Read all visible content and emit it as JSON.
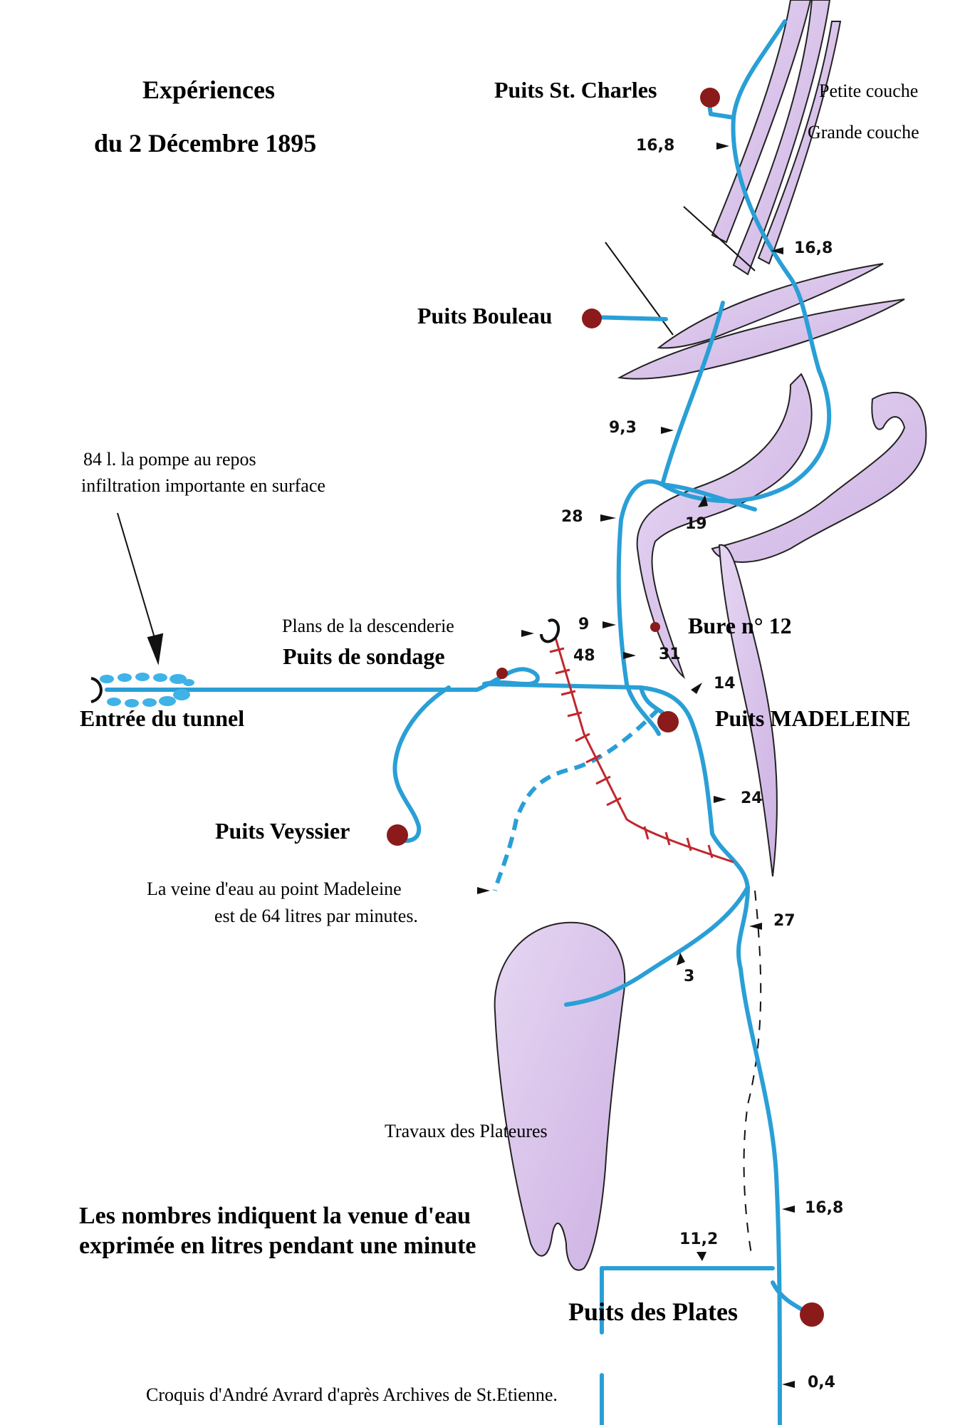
{
  "title": {
    "line1": "Expériences",
    "line2": "du 2 Décembre 1895"
  },
  "places": {
    "puits_st_charles": "Puits St. Charles",
    "puits_bouleau": "Puits Bouleau",
    "puits_de_sondage": "Puits de sondage",
    "bure_12": "Bure n° 12",
    "puits_madeleine": "Puits MADELEINE",
    "puits_veyssier": "Puits Veyssier",
    "puits_des_plates": "Puits des Plates",
    "entree_tunnel": "Entrée du tunnel"
  },
  "seams": {
    "petite_couche": "Petite couche",
    "grande_couche": "Grande couche",
    "plateures": "Travaux des Plateures"
  },
  "annotations": {
    "pump_line1": "84 l. la pompe au repos",
    "pump_line2": "infiltration importante en surface",
    "descenderie": "Plans de la descenderie",
    "veine_line1": "La veine d'eau au point Madeleine",
    "veine_line2": "est de 64 litres par minutes.",
    "legend_line1": "Les nombres indiquent la venue d'eau",
    "legend_line2": "exprimée en litres pendant une minute",
    "credit": "Croquis d'André Avrard d'après Archives de St.Etienne."
  },
  "flow_values": {
    "v1": "16,8",
    "v2": "16,8",
    "v3": "9,3",
    "v4": "28",
    "v5": "19",
    "v6": "9",
    "v7": "48",
    "v8": "31",
    "v9": "14",
    "v10": "24",
    "v11": "27",
    "v12": "3",
    "v13": "16,8",
    "v14": "11,2",
    "v15": "0,4"
  },
  "colors": {
    "gallery": "#2a9fd6",
    "shaft": "#8b1a1a",
    "coal_seam_fill": "#dcc8ec",
    "descenderie": "#c0272d"
  },
  "icons": {
    "shaft_marker": "dark-red-dot",
    "tunnel_entrance": "tunnel-entrance-icon"
  }
}
